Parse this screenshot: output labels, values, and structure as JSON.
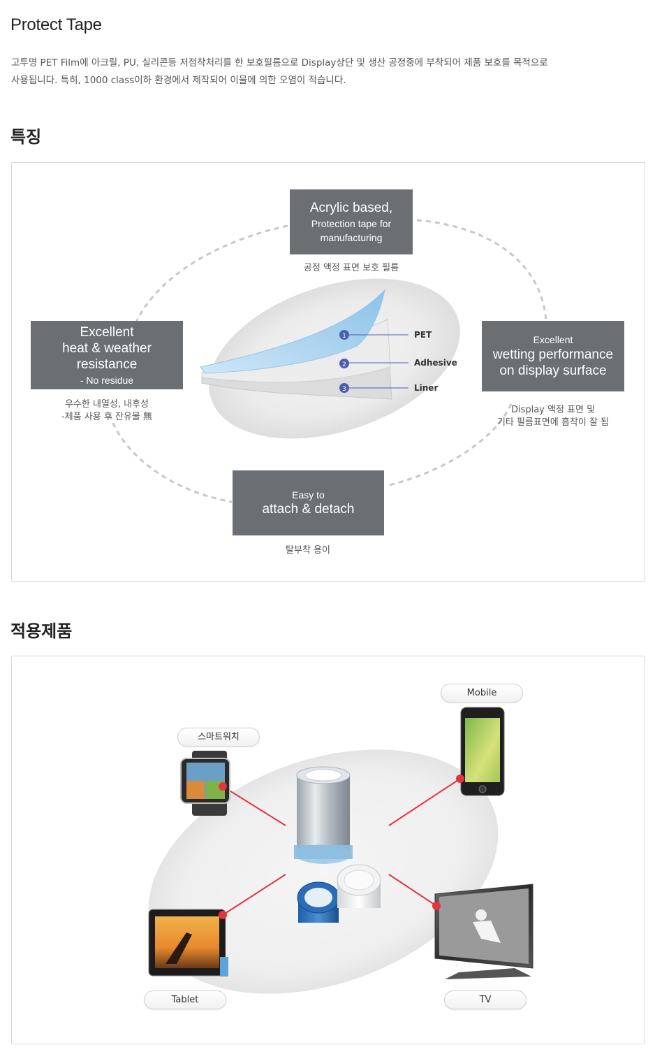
{
  "page": {
    "title": "Protect Tape",
    "description_line1": "고투명 PET Film에 아크릴, PU, 실리콘등 저점착처리를 한 보호필름으로 Display상단 및 생산 공정중에 부착되어 제품 보호를 목적으로",
    "description_line2": "사용됩니다. 특히, 1000 class이하 환경에서 제작되어 이물에 의한 오염이 적습니다."
  },
  "features": {
    "heading": "특징",
    "top": {
      "line1": "Acrylic based,",
      "line2": "Protection tape for",
      "line3": "manufacturing",
      "caption": "공정 액정 표면 보호 필름"
    },
    "left": {
      "line1": "Excellent",
      "line2": "heat & weather",
      "line3": "resistance",
      "line4": "- No residue",
      "caption1": "우수한 내열성, 내후성",
      "caption2": "-제품 사용 후 잔유물 無"
    },
    "right": {
      "line1": "Excellent",
      "line2": "wetting performance",
      "line3": "on display surface",
      "caption1": "Display 액정 표면 및",
      "caption2": "기타 필름표면에 흡착이 잘 됨"
    },
    "bottom": {
      "line1": "Easy to",
      "line2": "attach & detach",
      "caption": "탈부착 용이"
    },
    "layers": [
      {
        "num": "1",
        "label": "PET"
      },
      {
        "num": "2",
        "label": "Adhesive"
      },
      {
        "num": "3",
        "label": "Liner"
      }
    ]
  },
  "products": {
    "heading": "적용제품",
    "items": {
      "watch": "스마트워치",
      "mobile": "Mobile",
      "tablet": "Tablet",
      "tv": "TV"
    }
  },
  "colors": {
    "box": "#6b6f74",
    "dot": "#e63340",
    "layer_blue": "#a8d2ef",
    "marker": "#4b5fb0"
  }
}
